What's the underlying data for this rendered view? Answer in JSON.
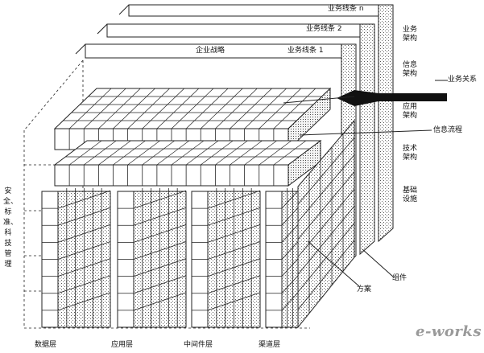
{
  "planes": {
    "business_line_n": "业务线条 n",
    "business_line_2": "业务线条 2",
    "enterprise_strategy": "企业战略",
    "business_line_1": "业务线条 1"
  },
  "right_labels": [
    {
      "line1": "业务",
      "line2": "架构"
    },
    {
      "line1": "信息",
      "line2": "架构"
    },
    {
      "line1": "应用",
      "line2": "架构"
    },
    {
      "line1": "技术",
      "line2": "架构"
    },
    {
      "line1": "基础",
      "line2": "设施"
    }
  ],
  "callouts": {
    "business_relation": "业务关系",
    "info_flow": "信息流程",
    "component": "组件",
    "solution": "方案"
  },
  "left_label": "安全、标准、科技管理",
  "bottom_labels": [
    "数据层",
    "应用层",
    "中间件层",
    "渠道层"
  ],
  "watermark": "e-works"
}
